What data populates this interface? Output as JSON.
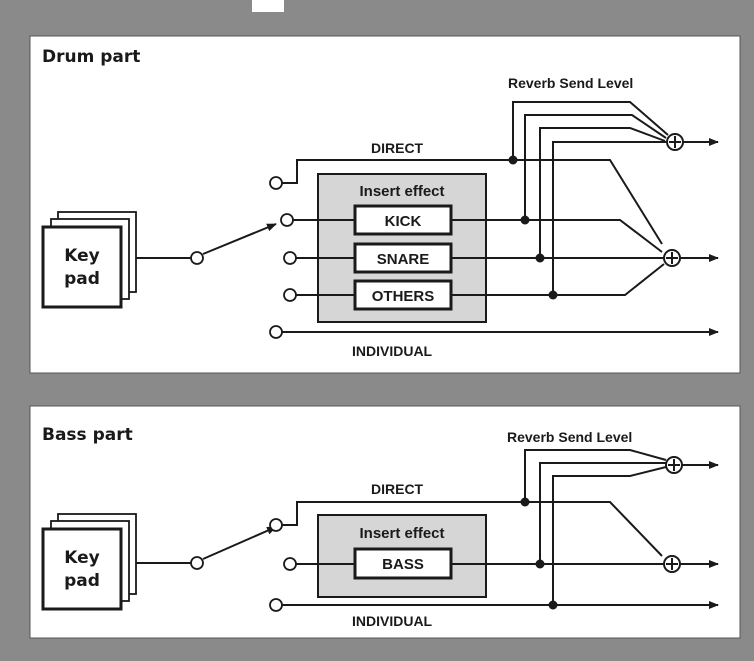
{
  "colors": {
    "frame": "#8a8a8a",
    "panel": "#ffffff",
    "insert_box": "#d6d6d6",
    "line": "#1a1a1a"
  },
  "drum": {
    "title": "Drum part",
    "reverb_label": "Reverb Send Level",
    "direct_label": "DIRECT",
    "insert_title": "Insert effect",
    "fx": [
      "KICK",
      "SNARE",
      "OTHERS"
    ],
    "individual_label": "INDIVIDUAL",
    "keypad": [
      "Key",
      "pad"
    ]
  },
  "bass": {
    "title": "Bass part",
    "reverb_label": "Reverb Send Level",
    "direct_label": "DIRECT",
    "insert_title": "Insert effect",
    "fx": [
      "BASS"
    ],
    "individual_label": "INDIVIDUAL",
    "keypad": [
      "Key",
      "pad"
    ]
  },
  "icons": {
    "adder": "plus-circle-icon",
    "arrow": "arrowhead-icon"
  }
}
